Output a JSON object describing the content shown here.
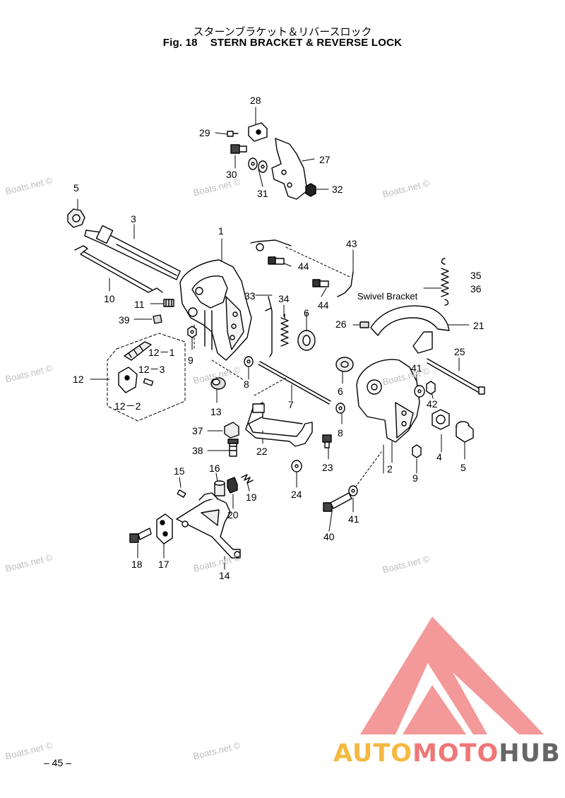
{
  "header": {
    "title_jp": "スターンブラケット＆リバースロック",
    "fig_label": "Fig. 18",
    "title_en": "STERN BRACKET & REVERSE LOCK"
  },
  "watermark": "Boats.net ©",
  "annotation": "Swivel Bracket",
  "page_number": "– 45 –",
  "brand": {
    "part1": "AUTO",
    "part2": "MOTO",
    "part3": "HUB"
  },
  "parts": {
    "p1": "1",
    "p2": "2",
    "p3": "3",
    "p4": "4",
    "p5a": "5",
    "p5b": "5",
    "p6a": "6",
    "p6b": "6",
    "p7": "7",
    "p8a": "8",
    "p8b": "8",
    "p9a": "9",
    "p9b": "9",
    "p10": "10",
    "p11": "11",
    "p12": "12",
    "p12_1": "12－1",
    "p12_2": "12－2",
    "p12_3": "12－3",
    "p13": "13",
    "p14": "14",
    "p15": "15",
    "p16": "16",
    "p17": "17",
    "p18": "18",
    "p19": "19",
    "p20": "20",
    "p21": "21",
    "p22": "22",
    "p23": "23",
    "p24": "24",
    "p25": "25",
    "p26": "26",
    "p27": "27",
    "p28": "28",
    "p29": "29",
    "p30": "30",
    "p31": "31",
    "p32": "32",
    "p33": "33",
    "p34": "34",
    "p35": "35",
    "p36": "36",
    "p37": "37",
    "p38": "38",
    "p39": "39",
    "p40": "40",
    "p41a": "41",
    "p41b": "41",
    "p42": "42",
    "p43": "43",
    "p44a": "44",
    "p44b": "44"
  },
  "colors": {
    "logo_red": "#ef7777",
    "logo_orange": "#f5b942",
    "logo_gray": "#666666",
    "watermark": "#bdbdbd"
  }
}
